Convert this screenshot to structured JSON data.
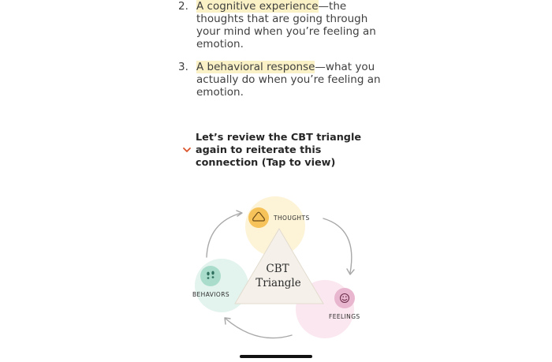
{
  "list": {
    "items": [
      {
        "num": "2.",
        "highlight": "A cognitive experience",
        "rest": "—the thoughts that are going through your mind when you’re feeling an emotion."
      },
      {
        "num": "3.",
        "highlight": "A behavioral response",
        "rest": "—what you actually do when you’re feeling an emotion."
      }
    ]
  },
  "review": {
    "text": "Let’s review the CBT triangle again to reiterate this connection (Tap to view)"
  },
  "diagram": {
    "center_line1": "CBT",
    "center_line2": "Triangle",
    "thoughts_label": "THOUGHTS",
    "behaviors_label": "BEHAVIORS",
    "feelings_label": "FEELINGS"
  },
  "colors": {
    "highlight": "#fbf1c6",
    "accent": "#d9542b",
    "thoughts": "#f6c35a",
    "behaviors": "#a9dccb",
    "feelings": "#e9b6cf"
  }
}
